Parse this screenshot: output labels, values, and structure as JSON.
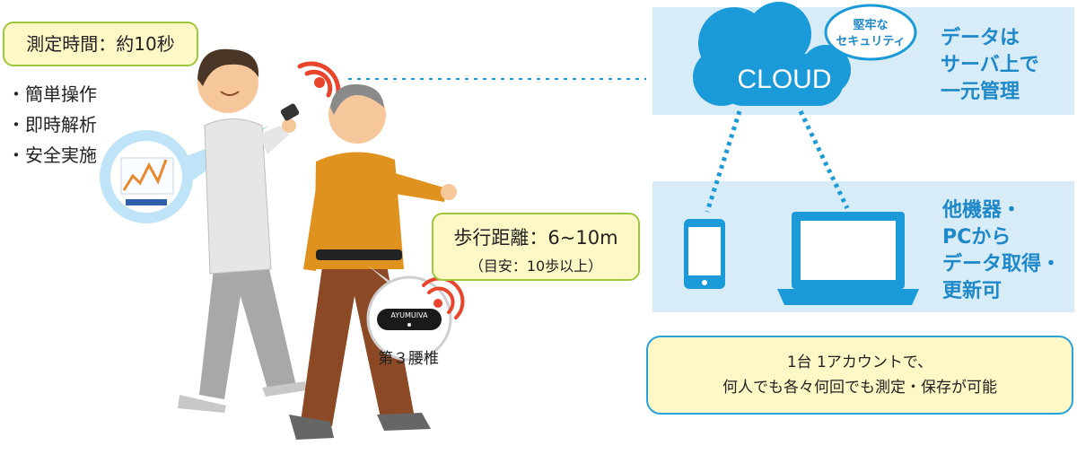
{
  "measurement_time": "測定時間：約10秒",
  "features": [
    "・簡単操作",
    "・即時解析",
    "・安全実施"
  ],
  "walking_distance": {
    "main": "歩行距離：6~10m",
    "sub": "（目安：10歩以上）"
  },
  "sensor_label": "第３腰椎",
  "device_brand": "AYUMUIVA",
  "cloud": {
    "label": "CLOUD",
    "security_badge": [
      "堅牢な",
      "セキュリティ"
    ],
    "description": [
      "データは",
      "サーバ上で",
      "一元管理"
    ]
  },
  "devices": {
    "description": [
      "他機器・",
      "PCから",
      "データ取得・",
      "更新可"
    ]
  },
  "account_note": [
    "1台 1アカウントで、",
    "何人でも各々何回でも測定・保存が可能"
  ],
  "colors": {
    "cloud_blue": "#1a9ad9",
    "band": "#d8ecf8",
    "callout_fill": "#fdf8c5",
    "callout_border": "#9dc73c",
    "signal": "#e8452c",
    "title_blue": "#1e88c8"
  }
}
